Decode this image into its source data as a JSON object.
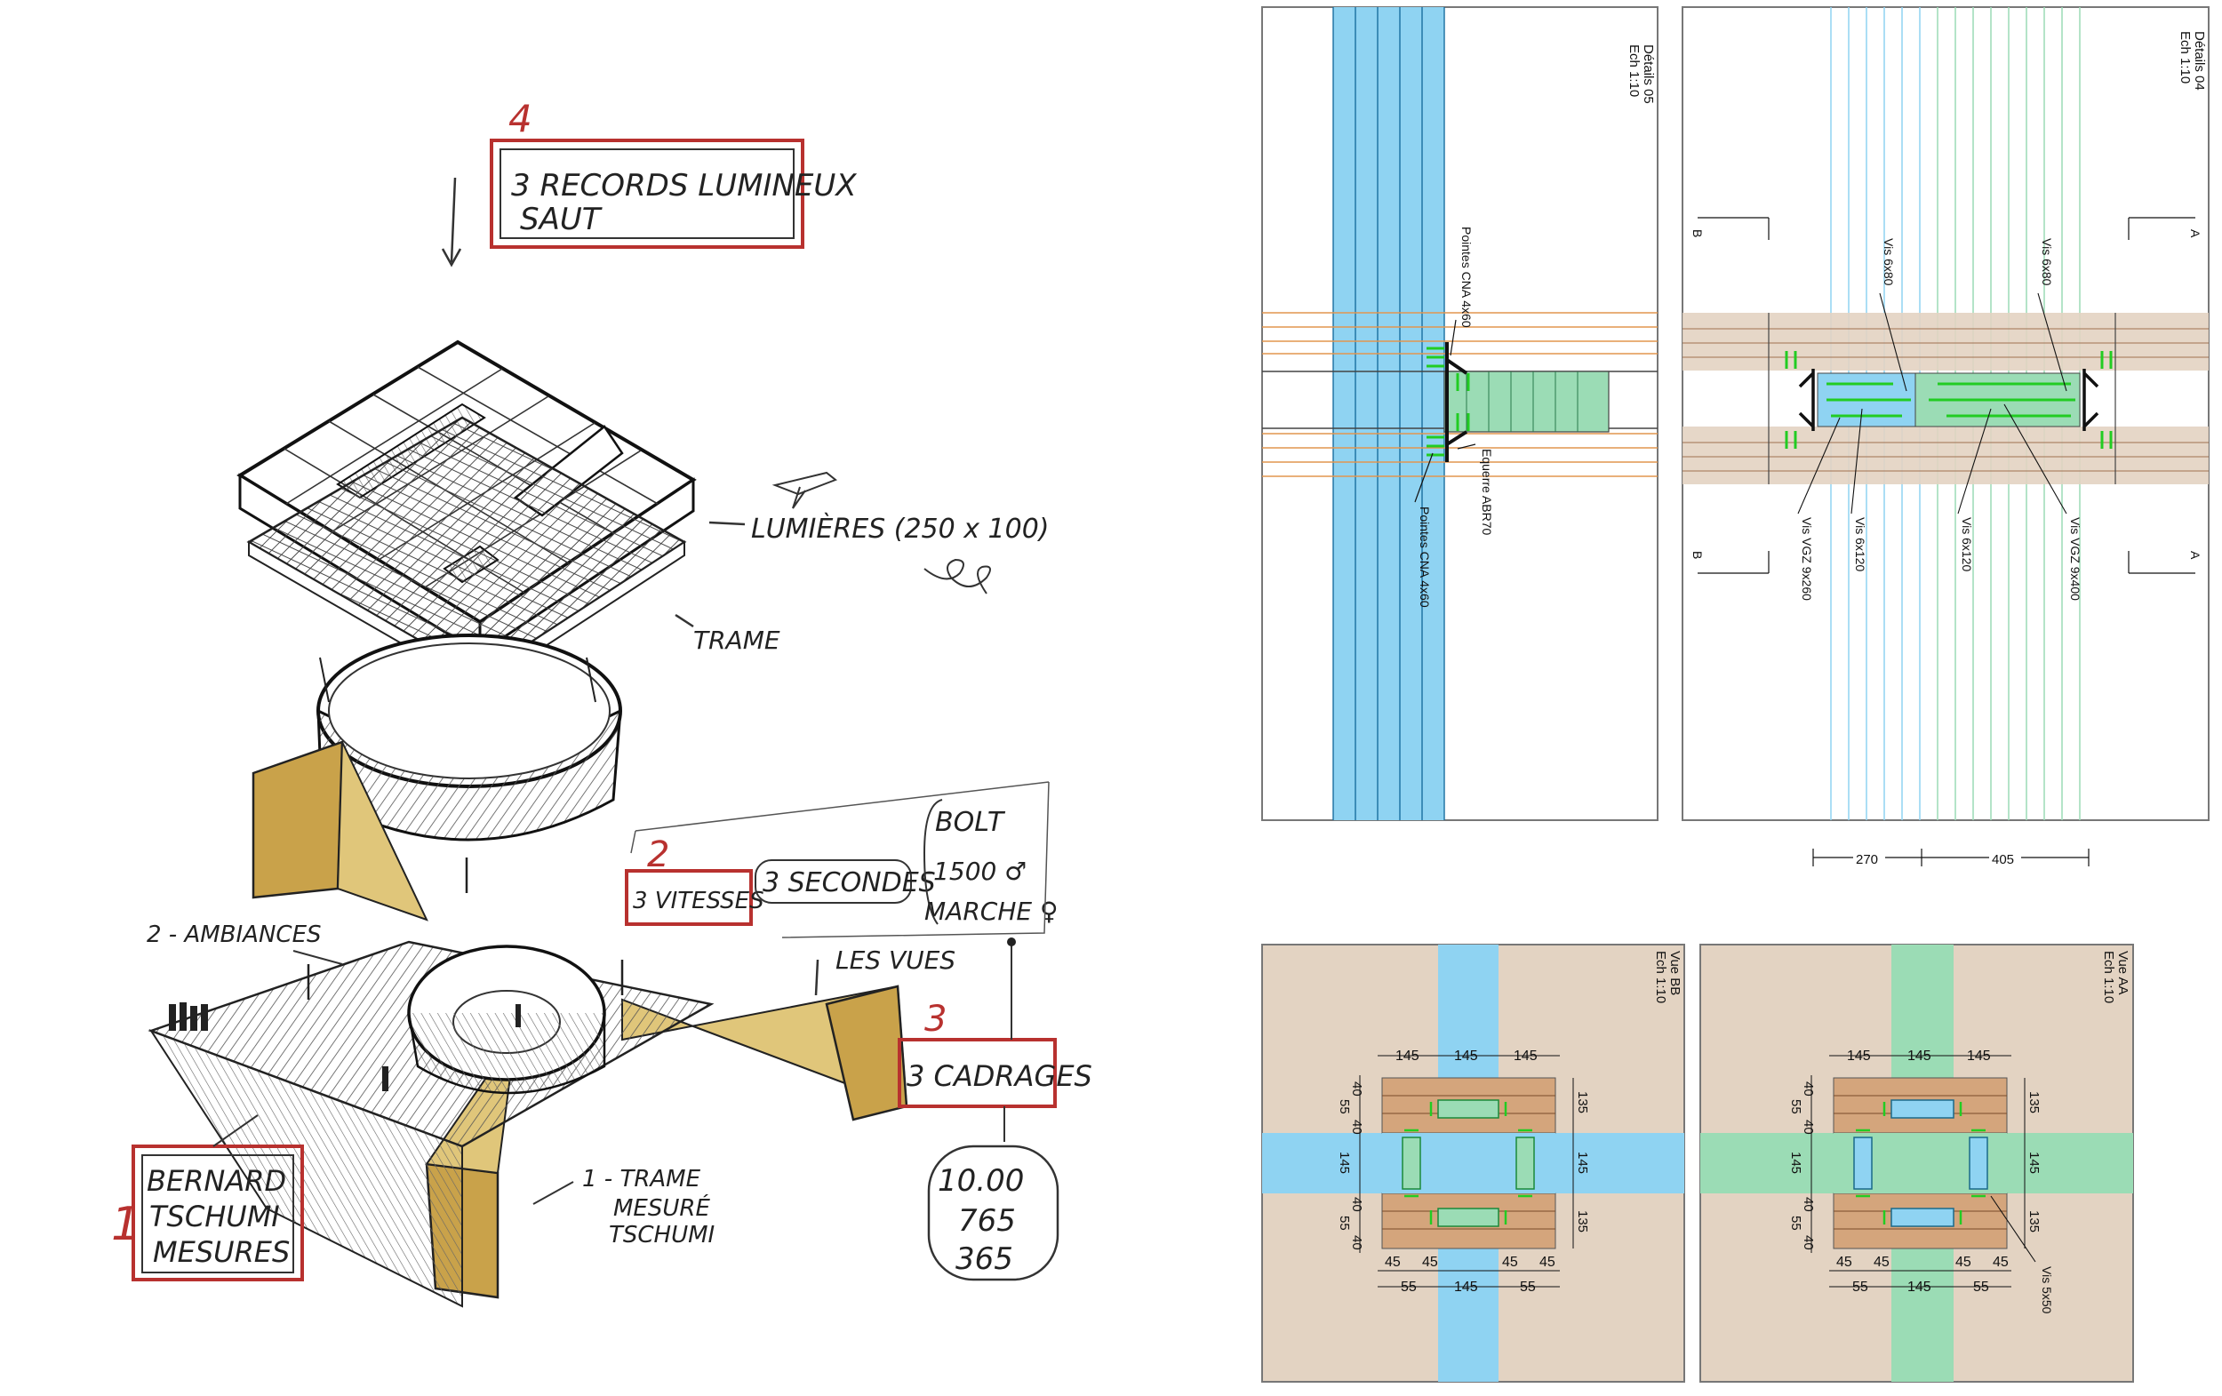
{
  "sketch": {
    "label_4": {
      "number": "4",
      "lines": [
        "3 RECORDS LUMINEUX",
        "SAUT"
      ]
    },
    "label_2": {
      "number": "2",
      "text": "3 VITESSES"
    },
    "label_3": {
      "number": "3",
      "text": "3 CADRAGES"
    },
    "label_1": {
      "number": "1",
      "lines": [
        "BERNARD",
        "TSCHUMI",
        "MESURES"
      ]
    },
    "secondes": "3 SECONDES",
    "records": [
      "BOLT",
      "-1500 ♂",
      "MARCHE ♀"
    ],
    "lumieres": "LUMIÈRES (250 x 100)",
    "trame": "TRAME",
    "ambiances": "2 - AMBIANCES",
    "les_vues": "LES VUES",
    "trame_mesure": [
      "1 - TRAME",
      "MESURÉ",
      "TSCHUMI"
    ],
    "numbers": [
      "10.00",
      "765",
      "365"
    ]
  },
  "detail05": {
    "title": "Détails 05",
    "scale": "Ech 1:10",
    "labels": [
      "Pointes CNA 4x60",
      "Equerre ABR70",
      "Pointes CNA 4x60"
    ]
  },
  "detail04": {
    "title": "Détails 04",
    "scale": "Ech 1:10",
    "section_a": "A",
    "section_b": "B",
    "labels": [
      "Vis 6x80",
      "Vis 6x80",
      "Vis VGZ 9x260",
      "Vis 6x120",
      "Vis 6x120",
      "Vis VGZ 9x400"
    ],
    "dims": [
      "270",
      "405"
    ]
  },
  "vueBB": {
    "title": "Vue BB",
    "scale": "Ech 1:10",
    "top": [
      "145",
      "145",
      "145"
    ],
    "left": [
      "40",
      "55",
      "40",
      "145",
      "40",
      "55",
      "40"
    ],
    "right": [
      "135",
      "145",
      "135"
    ],
    "bottom1": [
      "45",
      "45",
      "45",
      "45"
    ],
    "bottom2": [
      "55",
      "145",
      "55"
    ]
  },
  "vueAA": {
    "title": "Vue AA",
    "scale": "Ech 1:10",
    "top": [
      "145",
      "145",
      "145"
    ],
    "left": [
      "40",
      "55",
      "40",
      "145",
      "40",
      "55",
      "40"
    ],
    "right": [
      "135",
      "145",
      "135"
    ],
    "bottom1": [
      "45",
      "45",
      "45",
      "45"
    ],
    "bottom2": [
      "55",
      "145",
      "55"
    ],
    "screw": "Vis 5x50"
  },
  "colors": {
    "blue": "#8fd3f2",
    "green": "#9bdcb5",
    "tan": "#e3d3c2",
    "brown": "#d4a57c",
    "ochre": "#c9a24a",
    "red": "#b8312f",
    "screw": "#22cc22",
    "orange_line": "#e2964f"
  }
}
